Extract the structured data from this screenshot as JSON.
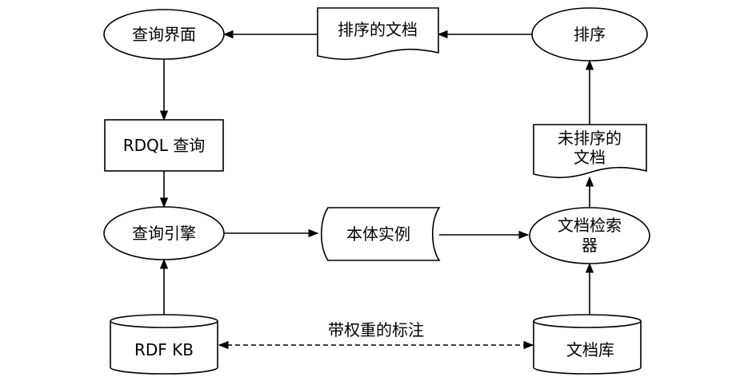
{
  "nodes": {
    "query_interface": "查询界面",
    "sorted_docs": "排序的文档",
    "sort": "排序",
    "rdql_query": "RDQL 查询",
    "unsorted_docs_line1": "未排序的",
    "unsorted_docs_line2": "文档",
    "query_engine": "查询引擎",
    "ontology_instances": "本体实例",
    "doc_retriever_line1": "文档检索",
    "doc_retriever_line2": "器",
    "rdf_kb": "RDF KB",
    "doc_library": "文档库"
  },
  "edges": {
    "weighted_annotation": "带权重的标注"
  }
}
